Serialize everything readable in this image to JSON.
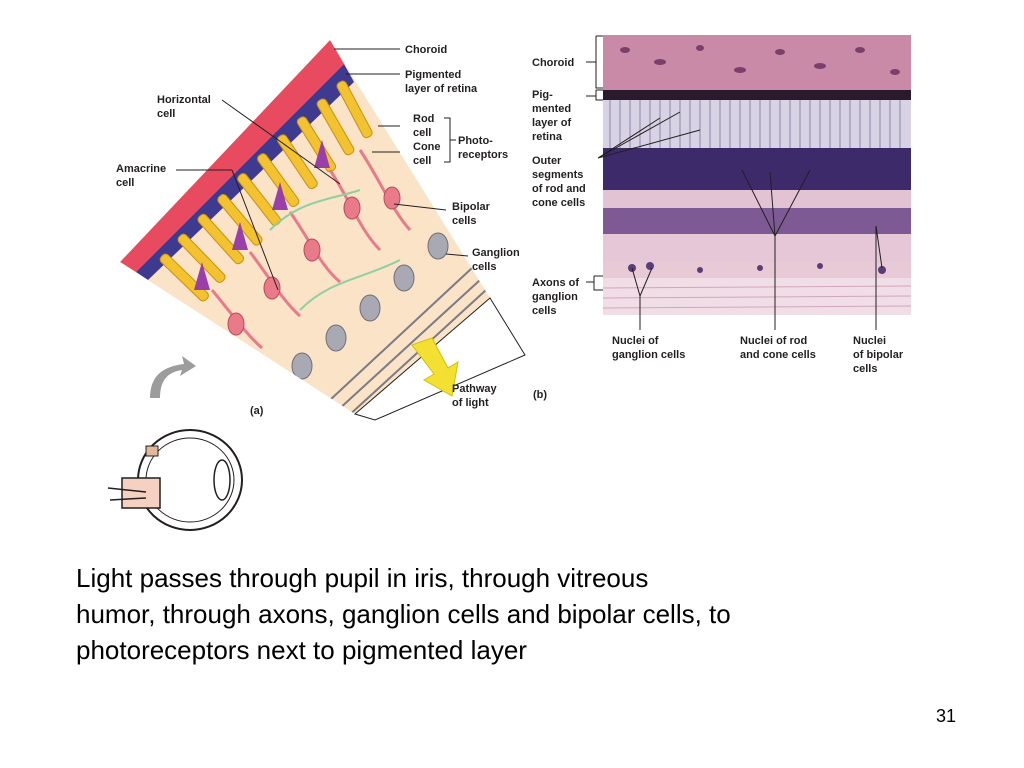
{
  "panel_a": {
    "tag": "(a)",
    "labels": {
      "choroid": "Choroid",
      "pigmented_1": "Pigmented",
      "pigmented_2": "layer of retina",
      "horizontal_1": "Horizontal",
      "horizontal_2": "cell",
      "rod_1": "Rod",
      "rod_2": "cell",
      "cone_1": "Cone",
      "cone_2": "cell",
      "photo_1": "Photo-",
      "photo_2": "receptors",
      "amacrine_1": "Amacrine",
      "amacrine_2": "cell",
      "bipolar_1": "Bipolar",
      "bipolar_2": "cells",
      "ganglion_1": "Ganglion",
      "ganglion_2": "cells",
      "pathway_1": "Pathway",
      "pathway_2": "of light"
    }
  },
  "panel_b": {
    "tag": "(b)",
    "labels": {
      "choroid": "Choroid",
      "pig_1": "Pig-",
      "pig_2": "mented",
      "pig_3": "layer of",
      "pig_4": "retina",
      "outer_1": "Outer",
      "outer_2": "segments",
      "outer_3": "of rod and",
      "outer_4": "cone cells",
      "axons_1": "Axons of",
      "axons_2": "ganglion",
      "axons_3": "cells",
      "ng_1": "Nuclei of",
      "ng_2": "ganglion cells",
      "nrc_1": "Nuclei of rod",
      "nrc_2": "and cone cells",
      "nb_1": "Nuclei",
      "nb_2": "of bipolar",
      "nb_3": "cells"
    }
  },
  "caption": {
    "line1": "Light passes through pupil in iris, through vitreous",
    "line2": "humor, through axons, ganglion cells and bipolar cells, to",
    "line3": "photoreceptors next to pigmented layer"
  },
  "page_number": "31",
  "colors": {
    "choroid": "#e84a5f",
    "pigment": "#3d3a8f",
    "photoreceptor": "#f2c230",
    "retina_bg": "#fbe3c8",
    "neuron": "#e87a8a",
    "ganglion": "#a9a9b3",
    "arrow": "#f3e033",
    "tissue": "#d9a3bf"
  }
}
